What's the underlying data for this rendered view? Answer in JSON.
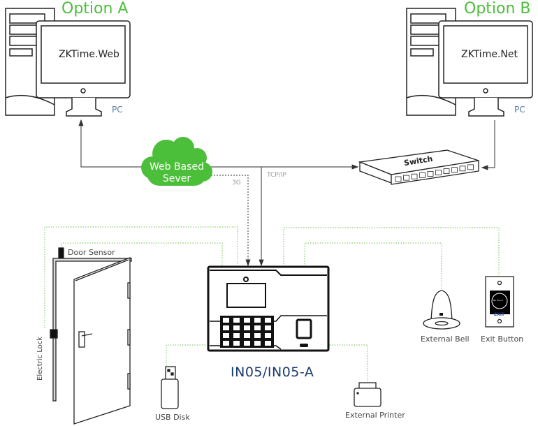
{
  "options": [
    {
      "title": "Option A",
      "software": "ZKTime.Web",
      "pc_label": "PC"
    },
    {
      "title": "Option B",
      "software": "ZKTime.Net",
      "pc_label": "PC"
    }
  ],
  "cloud": {
    "line1": "Web Based",
    "line2": "Sever",
    "color": "#4cbf3a"
  },
  "connections": {
    "mobile": "3G",
    "network": "TCP/IP"
  },
  "switch": {
    "label": "Switch",
    "ports": 10
  },
  "device": {
    "model": "IN05/IN05-A",
    "keypad_rows": 4,
    "keypad_cols": 5
  },
  "peripherals": {
    "door_sensor": "Door Sensor",
    "electric_lock": "Electric Lock",
    "usb_disk": "USB Disk",
    "external_printer": "External Printer",
    "external_bell": "External Bell",
    "exit_button": "Exit Button",
    "exit_button_text": "EXIT",
    "exit_button_inner": "No Touch"
  },
  "colors": {
    "accent_green": "#4cbf3a",
    "wire_green": "#6cc04a",
    "line": "#555555"
  }
}
